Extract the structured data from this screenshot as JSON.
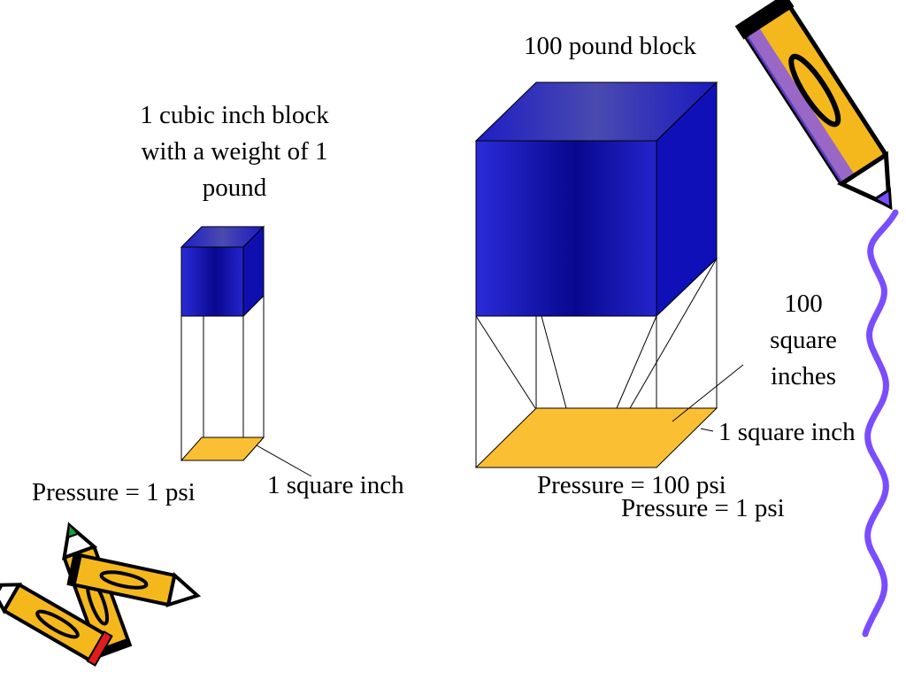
{
  "labels": {
    "small_block_line1": "1 cubic inch block",
    "small_block_line2": "with a weight of   1",
    "small_block_line3": "pound",
    "big_block": "100 pound block",
    "small_area": "1 square inch",
    "small_pressure": "Pressure = 1 psi",
    "big_area_line1": "100",
    "big_area_line2": "square",
    "big_area_line3": "inches",
    "big_unit_area": "1 square inch",
    "big_pressure": "Pressure = 100 psi",
    "big_unit_pressure": "Pressure = 1 psi"
  },
  "colors": {
    "block_blue_dark": "#0a0a96",
    "block_blue_light": "#2b2bd9",
    "block_top": "#2a3ab8",
    "base_yellow": "#fbbf34",
    "squiggle_purple": "#7a4dff",
    "pencil_yellow": "#f5b81c",
    "pencil_tip_green": "#18a038",
    "pencil_tip_red": "#e01c1c"
  },
  "icons": [
    "pencil-icon",
    "crossed-pencils-icon",
    "squiggle-line"
  ]
}
